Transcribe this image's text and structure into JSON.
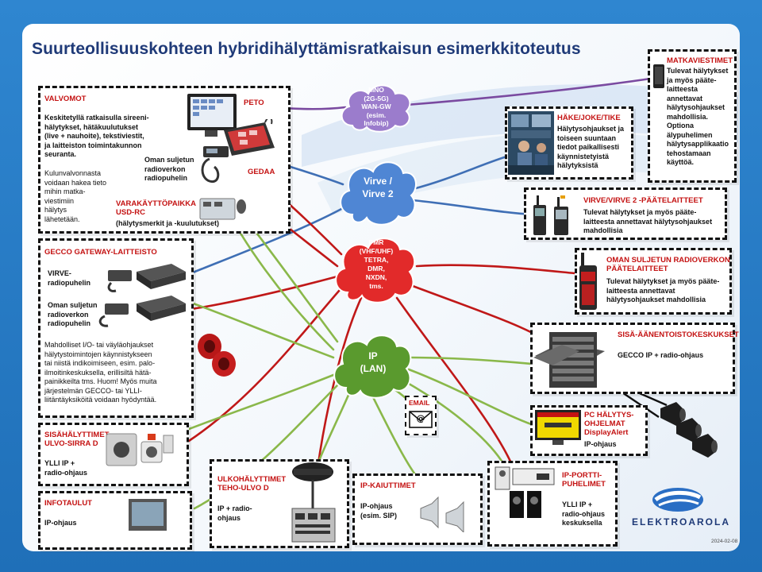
{
  "title": "Suurteollisuuskohteen hybridihälyttämisratkaisun esimerkkitoteutus",
  "clouds": {
    "mno": "MNO\n(2G-5G)\nWAN-GW\n(esim.\nInfobip)",
    "virve": "Virve /\nVirve 2",
    "pmr": "PMR\n(VHF/UHF)\nTETRA,\nDMR,\nNXDN,\ntms.",
    "ip": "IP\n(LAN)"
  },
  "valvomot": {
    "title": "VALVOMOT",
    "text1": "Keskitetyllä ratkaisulla sireeni-\nhälytykset, hätäkuulutukset\n(live + nauhoite), tekstiviestit,\nja laitteiston toimintakunnon\nseuranta.",
    "text2": "Kulunvalvonnasta\nvoidaan hakea tieto\nmihin matka-\nviestimiin\nhälytys\nlähetetään.",
    "peto": "PETO",
    "gedaa": "GEDAA",
    "oman": "Oman suljetun\nradioverkon\nradiopuhelin",
    "varakaytto_title": "VARAKÄYTTÖPAIKKA\nUSD-RC",
    "varakaytto_text": "(hälytysmerkit ja -kuulutukset)"
  },
  "gecco": {
    "title": "GECCO GATEWAY-LAITTEISTO",
    "virve": "VIRVE-\nradiopuhelin",
    "oman": "Oman suljetun\nradioverkon\nradiopuhelin",
    "text": "Mahdolliset I/O- tai väyläohjaukset\nhälytystoimintojen käynnistykseen\ntai niistä indikoimiseen, esim. palo-\nilmoitinkeskuksella, erillisiltä hätä-\npainikkeilta tms. Huom! Myös muita\njärjestelmän GECCO- tai YLLI-\nliitäntäyksiköitä voidaan hyödyntää."
  },
  "sisahalyttimet": {
    "title": "SISÄHÄLYTTIMET\nULVO-SIRRA D",
    "text": "YLLI IP +\nradio-ohjaus"
  },
  "infotaulut": {
    "title": "INFOTAULUT",
    "text": "IP-ohjaus"
  },
  "ulkohalyttimet": {
    "title": "ULKOHÄLYTTIMET\nTEHO-ULVO D",
    "text": "IP + radio-\nohjaus"
  },
  "ipkaiuttimet": {
    "title": "IP-KAIUTTIMET",
    "text": "IP-ohjaus\n(esim. SIP)"
  },
  "email": "EMAIL",
  "ipportti": {
    "title": "IP-PORTTI-\nPUHELIMET",
    "text": "YLLI IP +\nradio-ohjaus\nkeskuksella"
  },
  "pc": {
    "title": "PC HÄLYTYS-\nOHJELMAT\nDisplayAlert",
    "text": "IP-ohjaus"
  },
  "sisaaani": {
    "title": "SISÄ-ÄÄNENTOISTOKESKUKSET",
    "text": "GECCO IP + radio-ohjaus"
  },
  "omanpaate": {
    "title": "OMAN SULJETUN RADIOVERKON\nPÄÄTELAITTEET",
    "text": "Tulevat hälytykset ja myös pääte-\nlaitteesta annettavat\nhälytysohjaukset mahdollisia"
  },
  "virvepaate": {
    "title": "VIRVE/VIRVE 2 -PÄÄTELAITTEET",
    "text": "Tulevat hälytykset ja myös pääte-\nlaitteesta annettavat hälytysohjaukset\nmahdollisia"
  },
  "hake": {
    "title": "HÄKE/JOKE/TIKE",
    "text": "Hälytysohjaukset ja\ntoiseen suuntaan\ntiedot paikallisesti\nkäynnistetyistä\nhälytyksistä"
  },
  "matka": {
    "title": "MATKAVIESTIMET",
    "text": "Tulevat hälytykset\nja myös pääte-\nlaitteesta\nannettavat\nhälytysohjaukset\nmahdollisia.\nOptiona\nälypuhelimen\nhälytysapplikaatio\ntehostamaan\nkäyttöä."
  },
  "logo": "ELEKTROAROLA",
  "date": "2024-02-08",
  "colors": {
    "mno": "#9b7ccc",
    "virve": "#4f86d4",
    "pmr": "#e22a2a",
    "ip": "#5a9a2e",
    "line_purple": "#7a4aa0",
    "line_blue": "#3f6fb5",
    "line_red": "#c01818",
    "line_green": "#8ab84a",
    "accent": "#c41212",
    "title": "#1f3a78"
  }
}
